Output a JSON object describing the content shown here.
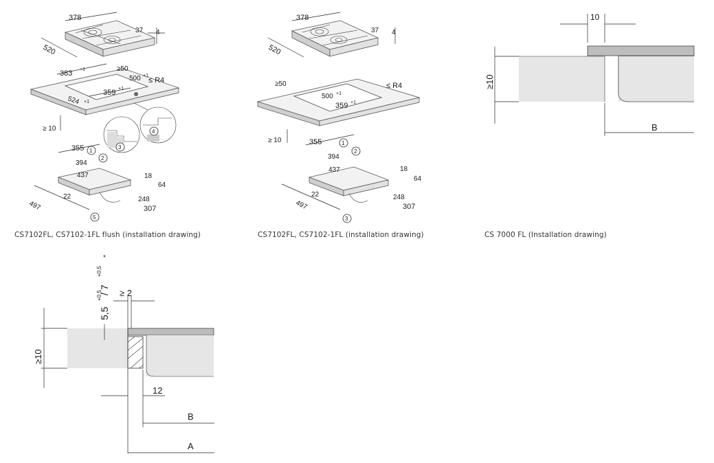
{
  "panel1": {
    "caption": "CS7102FL, CS7102-1FL flush (installation drawing)",
    "dims": {
      "w378": "378",
      "w37": "37",
      "w4": "4",
      "w520": "520",
      "w383": "383",
      "tol1": "+1",
      "w50": "≥50",
      "w500": "500",
      "w359": "359",
      "r4": "≤ R4",
      "w524": "524",
      "w10": "≥ 10",
      "w355": "355",
      "w394": "394",
      "w437": "437",
      "w18": "18",
      "w64": "64",
      "w22": "22",
      "w248": "248",
      "w307": "307",
      "w497": "497"
    },
    "callouts": {
      "c1": "1",
      "c2": "2",
      "c3": "3",
      "c4": "4",
      "c5": "5"
    }
  },
  "panel2": {
    "caption": "CS7102FL, CS7102-1FL (installation drawing)",
    "dims": {
      "w378": "378",
      "w37": "37",
      "w4": "4",
      "w520": "520",
      "w50": "≥50",
      "w500": "500",
      "tol1": "+1",
      "w359": "359",
      "r4": "≤ R4",
      "w10": "≥ 10",
      "w355": "355",
      "w394": "394",
      "w437": "437",
      "w18": "18",
      "w64": "64",
      "w22": "22",
      "w248": "248",
      "w307": "307",
      "w497": "497"
    },
    "callouts": {
      "c1": "1",
      "c2": "2",
      "c3": "3"
    }
  },
  "panel3": {
    "caption": "CS 7000 FL (Installation drawing)",
    "dims": {
      "w10": "10",
      "h10": "≥10",
      "b": "B"
    }
  },
  "panel4": {
    "dims": {
      "depth": "5,5",
      "depth_tol": "+0,5",
      "depth_alt": "/ 7",
      "alt_tol": "+0,5",
      "star": "*",
      "gap": "≥ 2",
      "h10": "≥10",
      "w12": "12",
      "b": "B",
      "a": "A"
    }
  }
}
